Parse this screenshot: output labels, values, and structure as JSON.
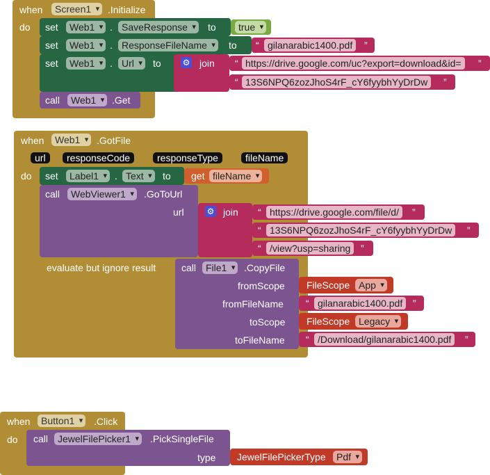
{
  "kw": {
    "when": "when",
    "do": "do",
    "set": "set",
    "to": "to",
    "call": "call",
    "dot": ".",
    "join": "join",
    "get": "get",
    "url": "url",
    "evaluate": "evaluate but ignore result",
    "quote": "“",
    "unquote": "”",
    "type": "type",
    "fromScope": "fromScope",
    "fromFileName": "fromFileName",
    "toScope": "toScope",
    "toFileName": "toFileName"
  },
  "block1": {
    "component": "Screen1",
    "event": ".Initialize",
    "rows": [
      {
        "component": "Web1",
        "prop": "SaveResponse",
        "value": "true"
      },
      {
        "component": "Web1",
        "prop": "ResponseFileName",
        "value": "gilanarabic1400.pdf"
      },
      {
        "component": "Web1",
        "prop": "Url",
        "join": [
          "https://drive.google.com/uc?export=download&id=",
          "13S6NPQ6zozJhoS4rF_cY6fyybhYyDrDw"
        ]
      }
    ],
    "call": {
      "component": "Web1",
      "method": ".Get"
    }
  },
  "block2": {
    "component": "Web1",
    "event": ".GotFile",
    "params": [
      "url",
      "responseCode",
      "responseType",
      "fileName"
    ],
    "set": {
      "component": "Label1",
      "prop": "Text",
      "var": "fileName"
    },
    "call1": {
      "component": "WebViewer1",
      "method": ".GoToUrl",
      "join": [
        "https://drive.google.com/file/d/",
        "13S6NPQ6zozJhoS4rF_cY6fyybhYyDrDw",
        "/view?usp=sharing"
      ]
    },
    "call2": {
      "component": "File1",
      "method": ".CopyFile",
      "fromScope": {
        "helper": "FileScope",
        "value": "App"
      },
      "fromFileName": "gilanarabic1400.pdf",
      "toScope": {
        "helper": "FileScope",
        "value": "Legacy"
      },
      "toFileName": "/Download/gilanarabic1400.pdf"
    }
  },
  "block3": {
    "component": "Button1",
    "event": ".Click",
    "call": {
      "component": "JewelFilePicker1",
      "method": ".PickSingleFile",
      "type": {
        "helper": "JewelFilePickerType",
        "value": "Pdf"
      }
    }
  },
  "colors": {
    "event": "#b18e35",
    "webSet": "#266643",
    "call": "#7b5490",
    "logic": "#77ab41",
    "text": "#b42b5c",
    "variable": "#d05f2d",
    "fileScope": "#c13a27",
    "join": "#4a4fd6"
  }
}
